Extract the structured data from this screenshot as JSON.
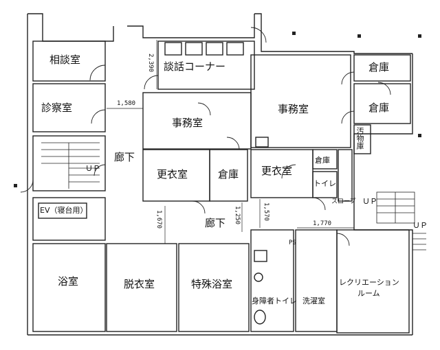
{
  "rooms": {
    "soudan": "相談室",
    "shinsatsu": "診察室",
    "danwa": "談話コーナー",
    "jimu_left": "事務室",
    "jimu_right": "事務室",
    "souko_top": "倉庫",
    "souko_mid": "倉庫",
    "souko_center": "倉庫",
    "souko_small": "倉庫",
    "obutsu": "汚物庫",
    "rouka_left": "廊下",
    "rouka_bottom": "廊下",
    "koui_left": "更衣室",
    "koui_right": "更衣室",
    "toilet": "トイレ",
    "slope": "スロープ",
    "ev": "EV（寝台用）",
    "yoku": "浴室",
    "datsui": "脱衣室",
    "tokushu": "特殊浴室",
    "shougai_toilet": "身障者トイレ",
    "sentaku": "洗濯室",
    "recreation_1": "レクリエーション",
    "recreation_2": "ルーム"
  },
  "stairs": {
    "up_left": "ＵＰ",
    "up_right1": "ＵＰ",
    "up_right2": "ＵＰ"
  },
  "dimensions": {
    "d2390": "2,390",
    "d1580": "1,580",
    "d1670": "1,670",
    "d1250": "1,250",
    "d1570": "1,570",
    "d1770": "1,770"
  },
  "marks": {
    "ps": "PS"
  }
}
